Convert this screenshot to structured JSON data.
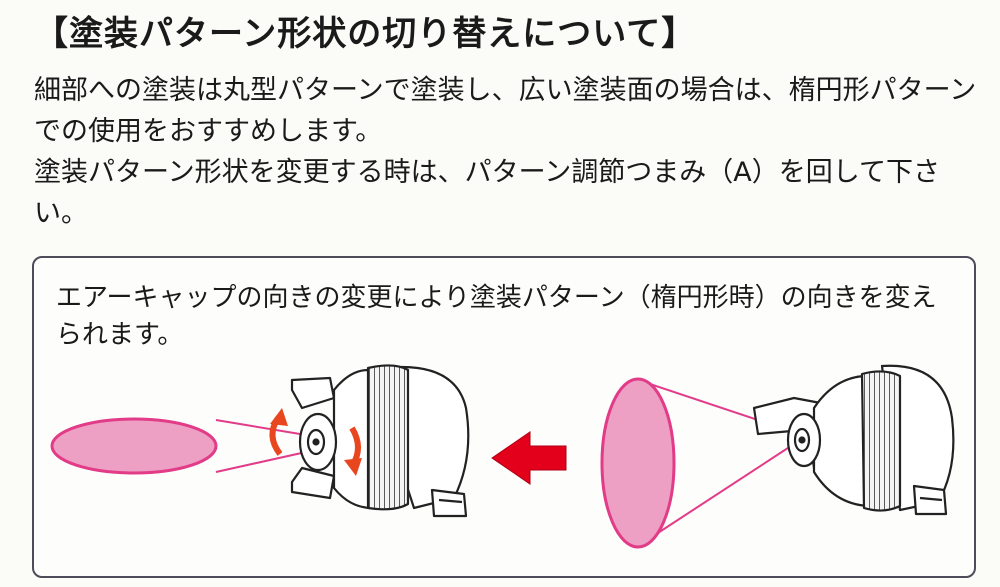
{
  "title": "【塗装パターン形状の切り替えについて】",
  "paragraphs": [
    "細部への塗装は丸型パターンで塗装し、広い塗装面の場合は、楕円形パターンでの使用をおすすめします。",
    "塗装パターン形状を変更する時は、パターン調節つまみ（A）を回して下さい。"
  ],
  "panel": {
    "caption": "エアーキャップの向きの変更により塗装パターン（楕円形時）の向きを変えられます。"
  },
  "colors": {
    "spray_fill": "#ee9fc4",
    "spray_line": "#e23b87",
    "arrow_red": "#e3001b",
    "rotate_arrow": "#e8461e"
  }
}
